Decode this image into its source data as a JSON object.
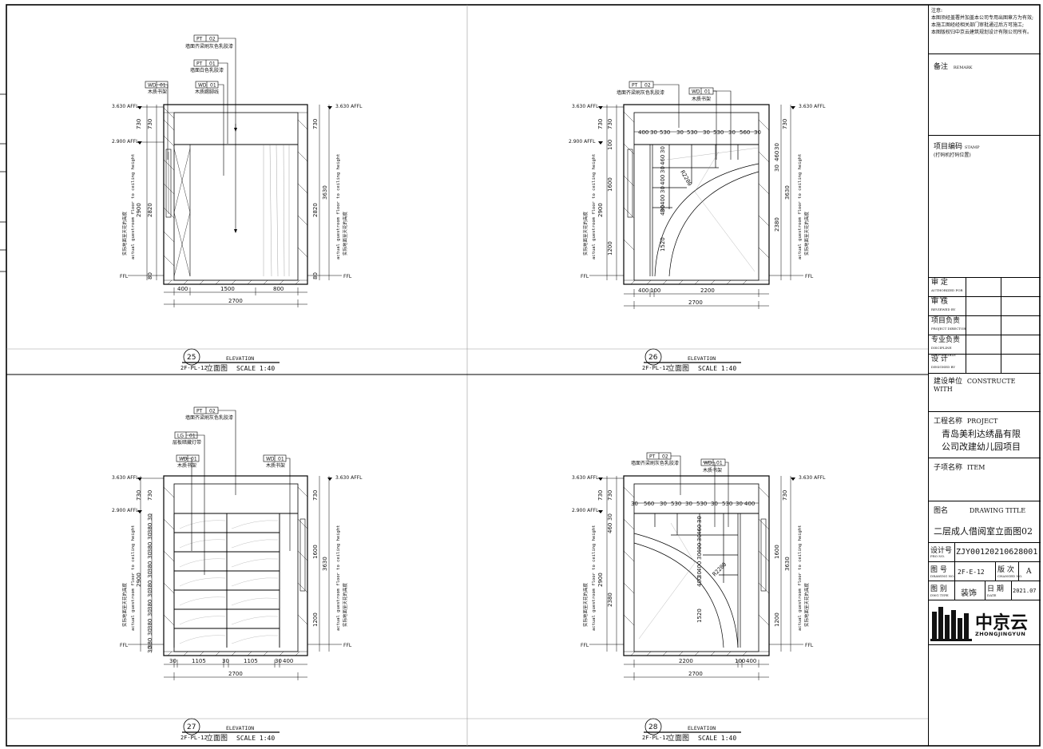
{
  "drawings": [
    {
      "num": "25",
      "code": "2F-PL-12",
      "title_cn": "立面图",
      "title_en": "ELEVATION",
      "scale": "SCALE 1:40",
      "tags": [
        {
          "code": "PT",
          "num": "02",
          "desc": "墙面齐梁刷灰色乳胶漆"
        },
        {
          "code": "PT",
          "num": "01",
          "desc": "墙面白色乳胶漆"
        },
        {
          "code": "WD",
          "num": "01",
          "desc": "木质书架"
        },
        {
          "code": "WD",
          "num": "01",
          "desc": "木质踢脚线"
        }
      ],
      "level_top": "3.630 AFFL",
      "level_mid": "2.900 AFFL",
      "level_ffl": "FFL",
      "dims_left": [
        "730",
        "730",
        "2900",
        "2820",
        "80"
      ],
      "dims_right": [
        "730",
        "3630",
        "2820",
        "80"
      ],
      "dims_bottom": [
        "400",
        "1500",
        "800"
      ],
      "dim_total": "2700",
      "vertical_note_cn": "实际地面至天花的高度",
      "vertical_note_en": "actual guestroom floor to ceiling height"
    },
    {
      "num": "26",
      "code": "2F-PL-12",
      "title_cn": "立面图",
      "title_en": "ELEVATION",
      "scale": "SCALE 1:40",
      "tags": [
        {
          "code": "PT",
          "num": "02",
          "desc": "墙面齐梁刷灰色乳胶漆"
        },
        {
          "code": "WD",
          "num": "01",
          "desc": "木质书架"
        }
      ],
      "level_top": "3.630 AFFL",
      "level_mid": "2.900 AFFL",
      "level_ffl": "FFL",
      "dims_top": [
        "400",
        "30",
        "530",
        "30",
        "530",
        "30",
        "530",
        "30",
        "560",
        "30"
      ],
      "dims_left": [
        "730",
        "730",
        "100",
        "1600",
        "2900",
        "1200"
      ],
      "dims_right": [
        "730",
        "30",
        "460",
        "30",
        "3630",
        "2380"
      ],
      "dims_inner": [
        "30",
        "460",
        "30",
        "400",
        "30",
        "400",
        "30",
        "400",
        "1520"
      ],
      "radius": "R2200",
      "dims_bottom": [
        "400",
        "100",
        "2200"
      ],
      "dim_total": "2700",
      "vertical_note_cn": "实际地面至天花的高度",
      "vertical_note_en": "actual guestroom floor to ceiling height"
    },
    {
      "num": "27",
      "code": "2F-PL-12",
      "title_cn": "立面图",
      "title_en": "ELEVATION",
      "scale": "SCALE 1:40",
      "tags": [
        {
          "code": "PT",
          "num": "02",
          "desc": "墙面齐梁刷灰色乳胶漆"
        },
        {
          "code": "LG",
          "num": "01",
          "desc": "层板暗藏灯带"
        },
        {
          "code": "WD",
          "num": "01",
          "desc": "木质书架"
        },
        {
          "code": "WD",
          "num": "01",
          "desc": "木质书架"
        }
      ],
      "level_top": "3.630 AFFL",
      "level_mid": "2.900 AFFL",
      "level_ffl": "FFL",
      "dims_left": [
        "730",
        "730",
        "2900"
      ],
      "dims_shelf": [
        "30",
        "380",
        "30",
        "380",
        "30",
        "380",
        "30",
        "380",
        "30",
        "380",
        "30",
        "380",
        "30",
        "380",
        "30"
      ],
      "dims_right": [
        "730",
        "1600",
        "3630",
        "1200"
      ],
      "dims_bottom": [
        "30",
        "1105",
        "30",
        "1105",
        "30",
        "400"
      ],
      "dim_total": "2700",
      "vertical_note_cn": "实际地面至天花的高度",
      "vertical_note_en": "actual guestroom floor to ceiling height"
    },
    {
      "num": "28",
      "code": "2F-PL-12",
      "title_cn": "立面图",
      "title_en": "ELEVATION",
      "scale": "SCALE 1:40",
      "tags": [
        {
          "code": "PT",
          "num": "02",
          "desc": "墙面齐梁刷灰色乳胶漆"
        },
        {
          "code": "WD",
          "num": "01",
          "desc": "木质书架"
        }
      ],
      "level_top": "3.630 AFFL",
      "level_mid": "2.900 AFFL",
      "level_ffl": "FFL",
      "dims_top": [
        "30",
        "560",
        "30",
        "530",
        "30",
        "530",
        "30",
        "530",
        "30",
        "400"
      ],
      "dims_left": [
        "730",
        "730",
        "30",
        "460",
        "2900",
        "2380"
      ],
      "dims_inner": [
        "30",
        "460",
        "30",
        "400",
        "30",
        "400",
        "30",
        "400",
        "1520"
      ],
      "radius": "R2200",
      "dims_right": [
        "730",
        "1600",
        "3630",
        "1200"
      ],
      "dims_bottom": [
        "2200",
        "100",
        "400"
      ],
      "dim_total": "2700",
      "vertical_note_cn": "实际地面至天花的高度",
      "vertical_note_en": "actual guestroom floor to ceiling height"
    }
  ],
  "titleblock": {
    "notes_label": "注意:",
    "notes": [
      "本图须经盖署并加盖本公司专用出图章方为有效;",
      "本施工图经经相关部门审批通过后方可施工;",
      "本图版权归中京云建筑规划设计有限公司所有。"
    ],
    "remarks_cn": "备注",
    "remarks_en": "REMARK",
    "project_no_cn": "项目编码",
    "project_no_en": "STAMP",
    "project_no_sub": "(打码机打码位置)",
    "sign_rows": [
      {
        "cn": "审    定",
        "en": "AUTHORIZED FOR ISSUE BY"
      },
      {
        "cn": "审    核",
        "en": "REVIEWED BY"
      },
      {
        "cn": "项目负责",
        "en": "PROJECT DIRECTOR"
      },
      {
        "cn": "专业负责",
        "en": "DISCIPLINE RESPONSIBLE"
      },
      {
        "cn": "设    计",
        "en": "DESIGNED BY"
      }
    ],
    "constructor_cn": "建设单位",
    "constructor_en": "CONSTRUCTE WITH",
    "project_name_cn": "工程名称",
    "project_name_en": "PROJECT",
    "project_name": "青岛美利达绣晶有限公司改建幼儿园项目",
    "project_name_l1": "青岛美利达绣晶有限",
    "project_name_l2": "公司改建幼儿园项目",
    "item_cn": "子项名称",
    "item_en": "ITEM",
    "drawing_title_cn": "图名",
    "drawing_title_en": "DRAWING TITLE",
    "drawing_title": "二层成人借阅室立面图02",
    "design_no_cn": "设计号",
    "design_no_en": "PRO NO.",
    "design_no": "ZJY00120210628001",
    "drawing_no_cn": "图    号",
    "drawing_no_en": "DRAWING NO.",
    "drawing_no": "2F-E-12",
    "revision_cn": "版    次",
    "revision_en": "CHANGED NO.",
    "revision": "A",
    "category_cn": "图    别",
    "category_en": "DWG TYPE",
    "category": "装饰",
    "date_cn": "日    期",
    "date_en": "DATE",
    "date": "2021.07",
    "logo_cn": "中京云",
    "logo_en": "ZHONGJINGYUN"
  }
}
